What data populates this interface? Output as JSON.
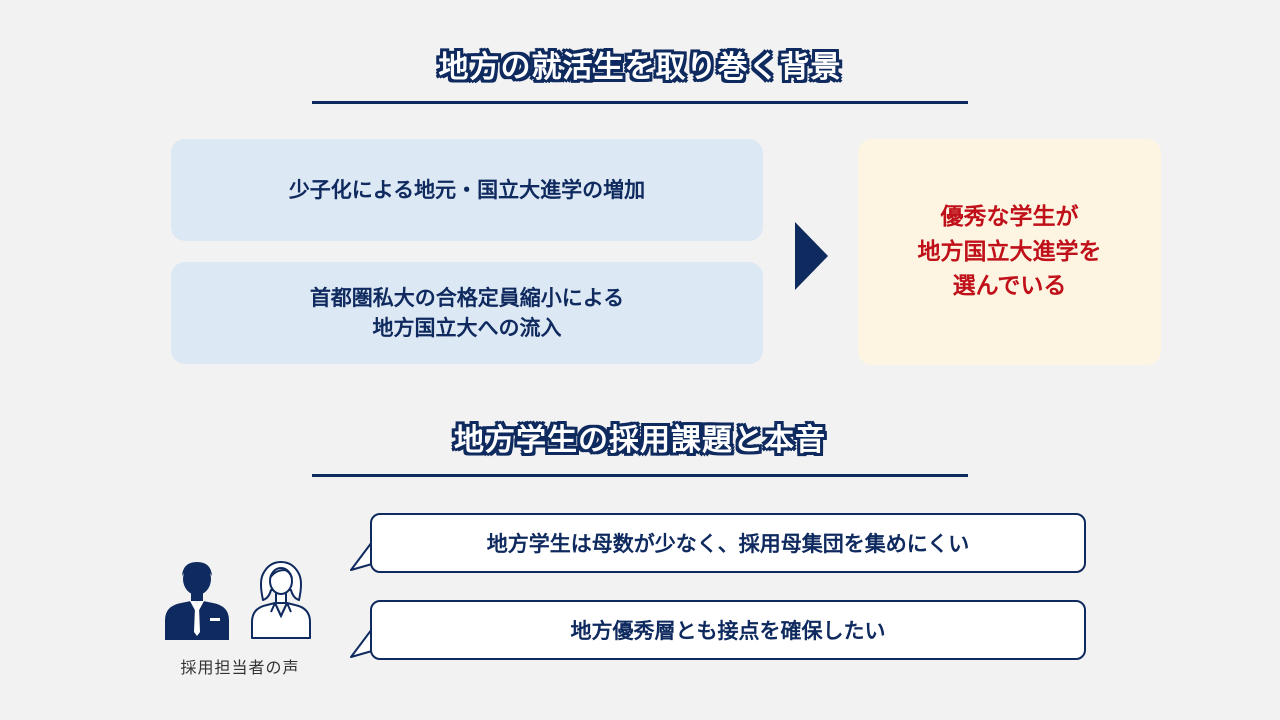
{
  "background": {
    "title": "地方の就活生を取り巻く背景",
    "causes": [
      {
        "lines": [
          "少子化による地元・国立大進学の増加"
        ]
      },
      {
        "lines": [
          "首都圏私大の合格定員縮小による",
          "地方国立大への流入"
        ]
      }
    ],
    "result": {
      "lines": [
        "優秀な学生が",
        "地方国立大進学を",
        "選んでいる"
      ]
    }
  },
  "issues": {
    "title": "地方学生の採用課題と本音",
    "voices": [
      "地方学生は母数が少なく、採用母集団を集めにくい",
      "地方優秀層とも接点を確保したい"
    ],
    "caption": "採用担当者の声",
    "icons": [
      "male-recruiter-icon",
      "female-recruiter-icon"
    ]
  },
  "colors": {
    "navy": "#0f2a5e",
    "cause_bg": "#dde8f5",
    "result_bg": "#fdf5e1",
    "result_text": "#c0101a",
    "page_bg": "#f2f2f2"
  }
}
